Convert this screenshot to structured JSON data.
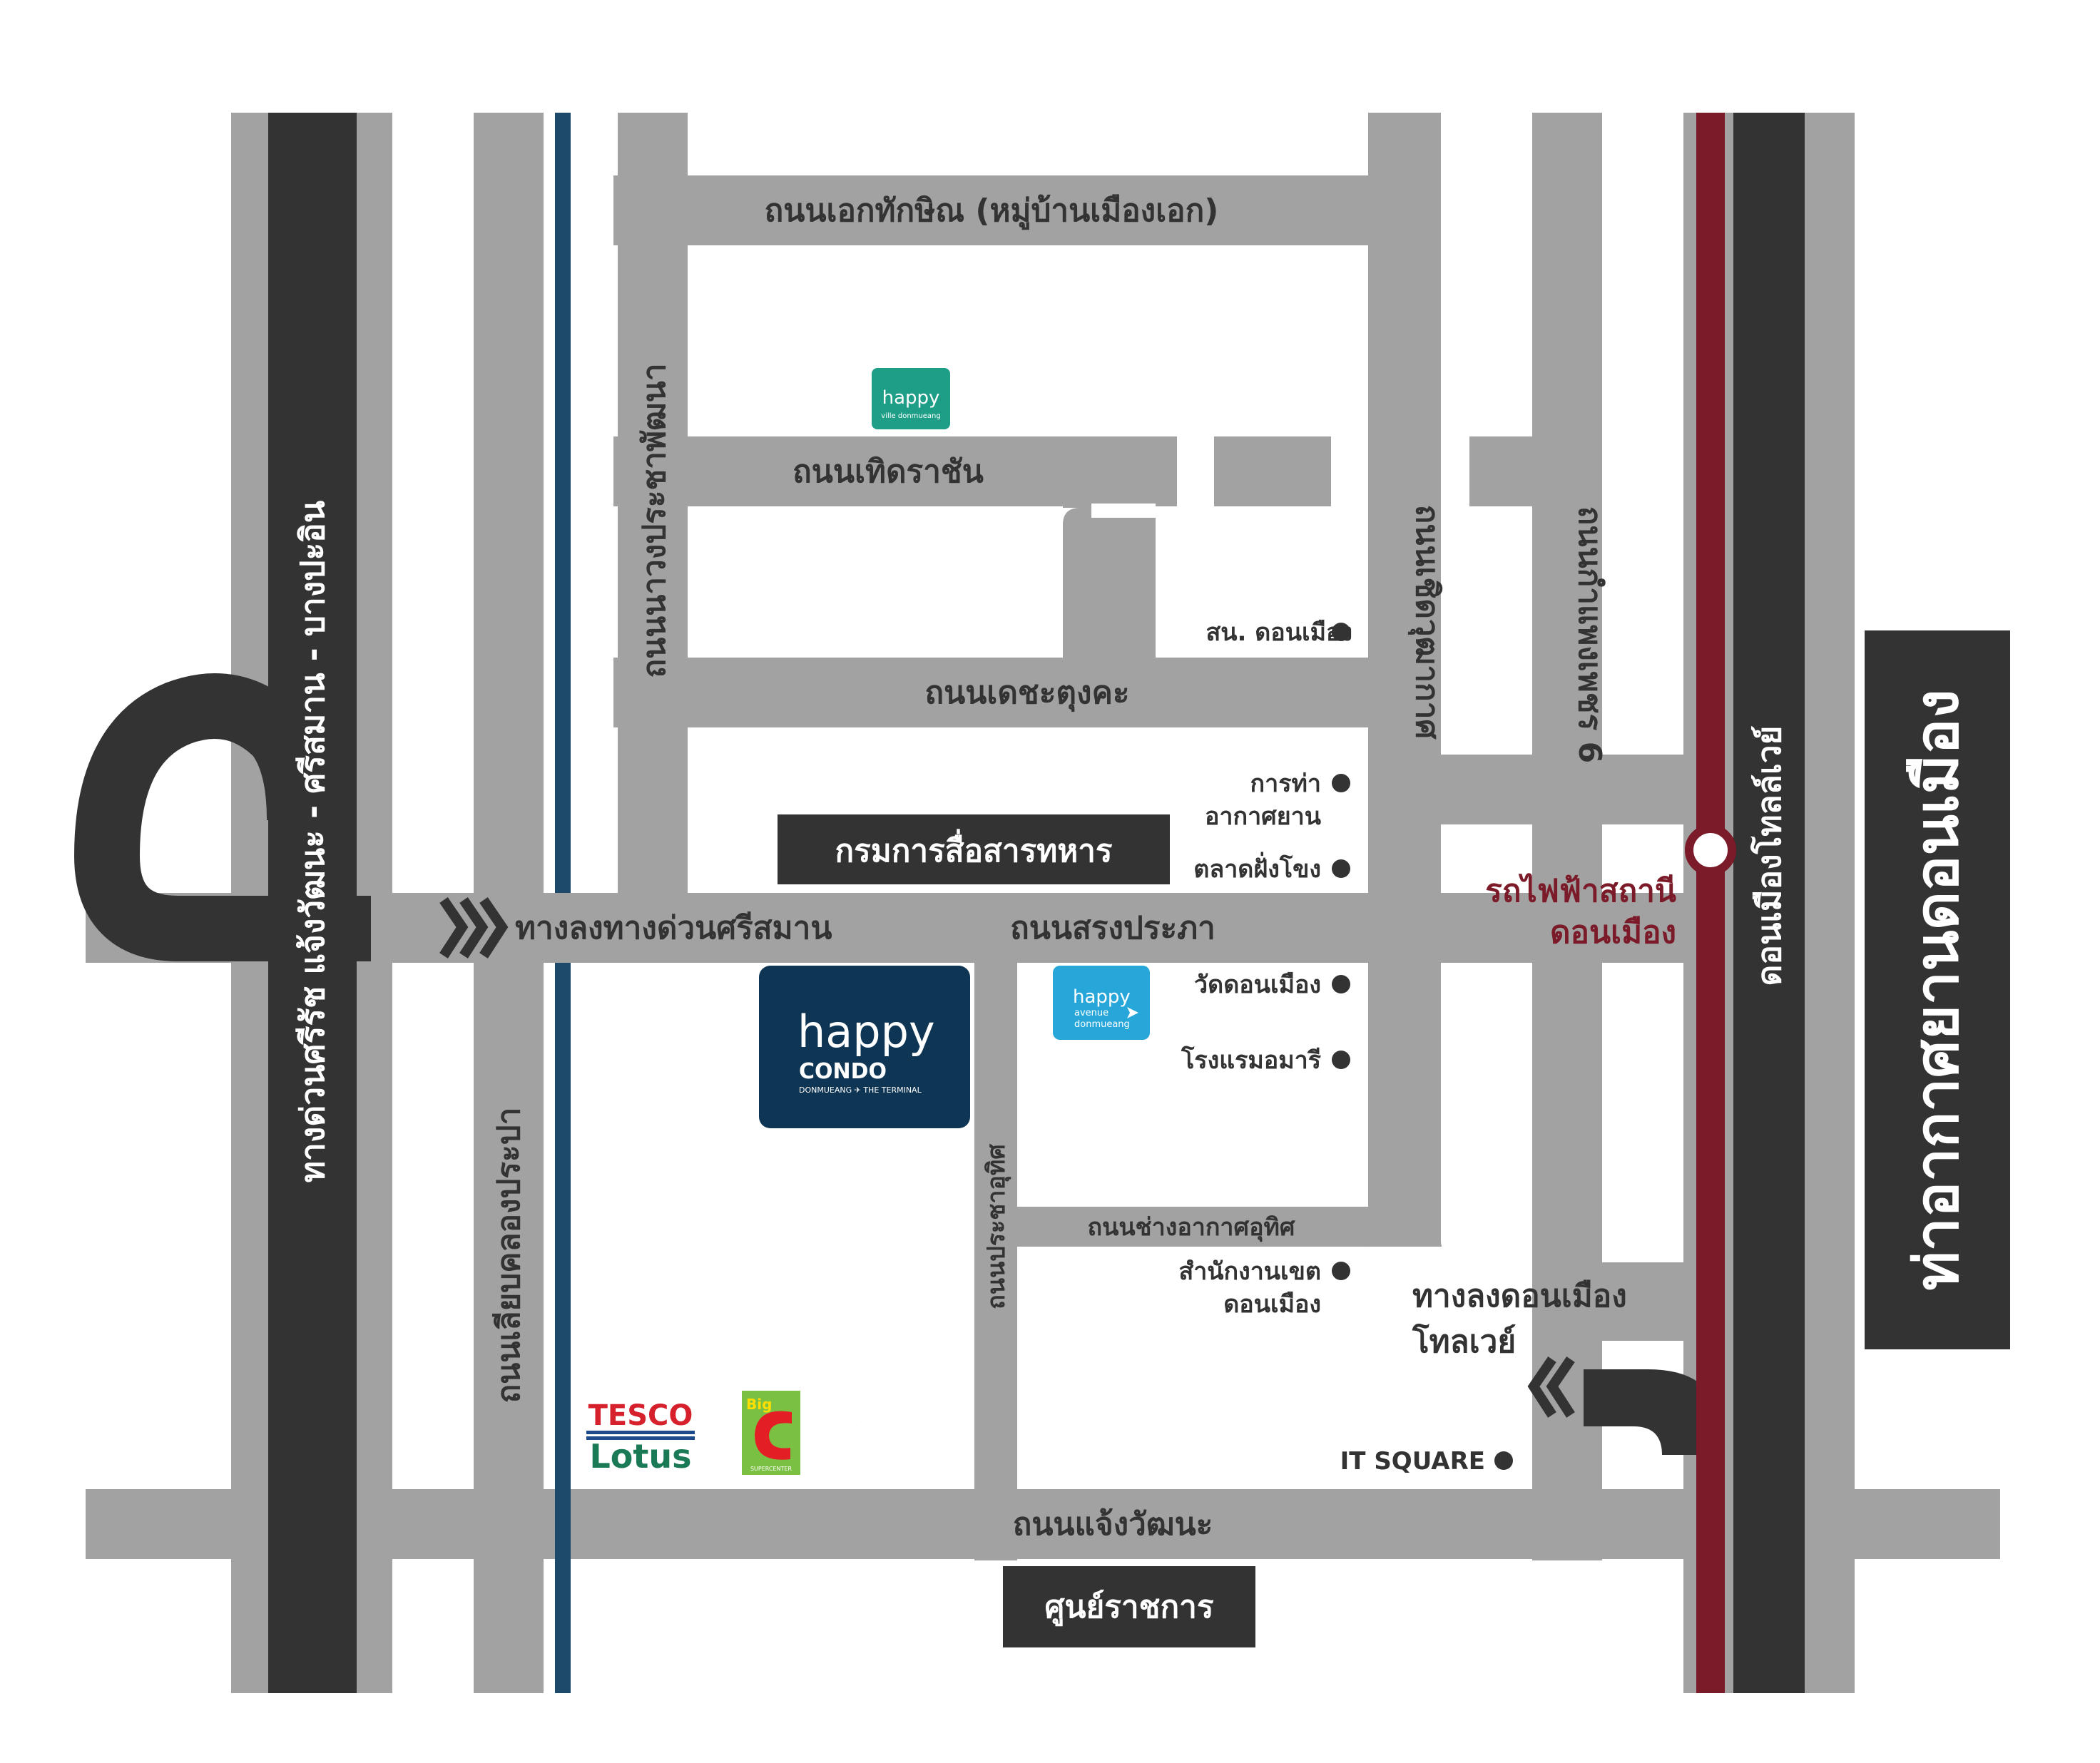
{
  "colors": {
    "road": "#a1a2a1",
    "expressway": "#333333",
    "canal": "#1d4a6a",
    "rail": "#7b1a28",
    "label_box": "#333333",
    "happy_ville": "#1e9e87",
    "happy_condo": "#0e3554",
    "happy_avenue": "#27a6d9"
  },
  "roads": {
    "ekkathakin": "ถนนเอกทักษิณ (หมู่บ้านเมืองเอก)",
    "thoet_racha": "ถนนเทิดราชัน",
    "det_tung_kha": "ถนนเดชะตุงคะ",
    "song_praphat": "ถนนสรงประภา",
    "chaeng_watthana": "ถนนแจ้งวัฒนะ",
    "nawong_pracha_phatthana": "ถนนนาวงประชาพัฒนา",
    "choet_wutthakat": "ถนนเชิดวุฒากาศ",
    "kamphaeng_phet_6": "ถนนกำแพงเพชร 6",
    "liap_khlong_prapa": "ถนนเลียบคลองประปา",
    "pracha_uthit": "ถนนประชาอุทิศ",
    "chang_akat_uthit": "ถนนช่างอากาศอุทิศ",
    "exit_si_saman": "ทางลงทางด่วนศรีสมาน"
  },
  "expressways": {
    "sirat": "ทางด่วนศรีรัช แจ้งวัฒนะ - ศรีสมาน - บางปะอิน",
    "don_mueang_tollway": "ดอนเมืองโทลล์เวย์",
    "tollway_exit_line1": "ทางลงดอนเมือง",
    "tollway_exit_line2": "โทลเวย์"
  },
  "boxes": {
    "signal_department": "กรมการสื่อสารทหาร",
    "government_center": "ศูนย์ราชการ",
    "airport": "ท่าอากาศยานดอนเมือง"
  },
  "rail": {
    "station_line1": "รถไฟฟ้าสถานี",
    "station_line2": "ดอนเมือง"
  },
  "pois": [
    "สน. ดอนเมือง",
    "การท่า",
    "อากาศยาน",
    "ตลาดฝั่งโขง",
    "วัดดอนเมือง",
    "โรงแรมอมารี",
    "สำนักงานเขต",
    "ดอนเมือง",
    "IT SQUARE"
  ],
  "logos": {
    "happy_ville_word": "happy",
    "happy_ville_sub": "ville donmueang",
    "happy_condo_word": "happy",
    "happy_condo_line": "CONDO",
    "happy_condo_sub": "DONMUEANG ✈ THE TERMINAL",
    "happy_avenue_word": "happy",
    "happy_avenue_sub1": "avenue",
    "happy_avenue_sub2": "donmueang",
    "tesco_line1": "TESCO",
    "tesco_line2": "Lotus",
    "bigc_line1": "Big",
    "bigc_line2": "C",
    "bigc_sub": "SUPERCENTER"
  }
}
